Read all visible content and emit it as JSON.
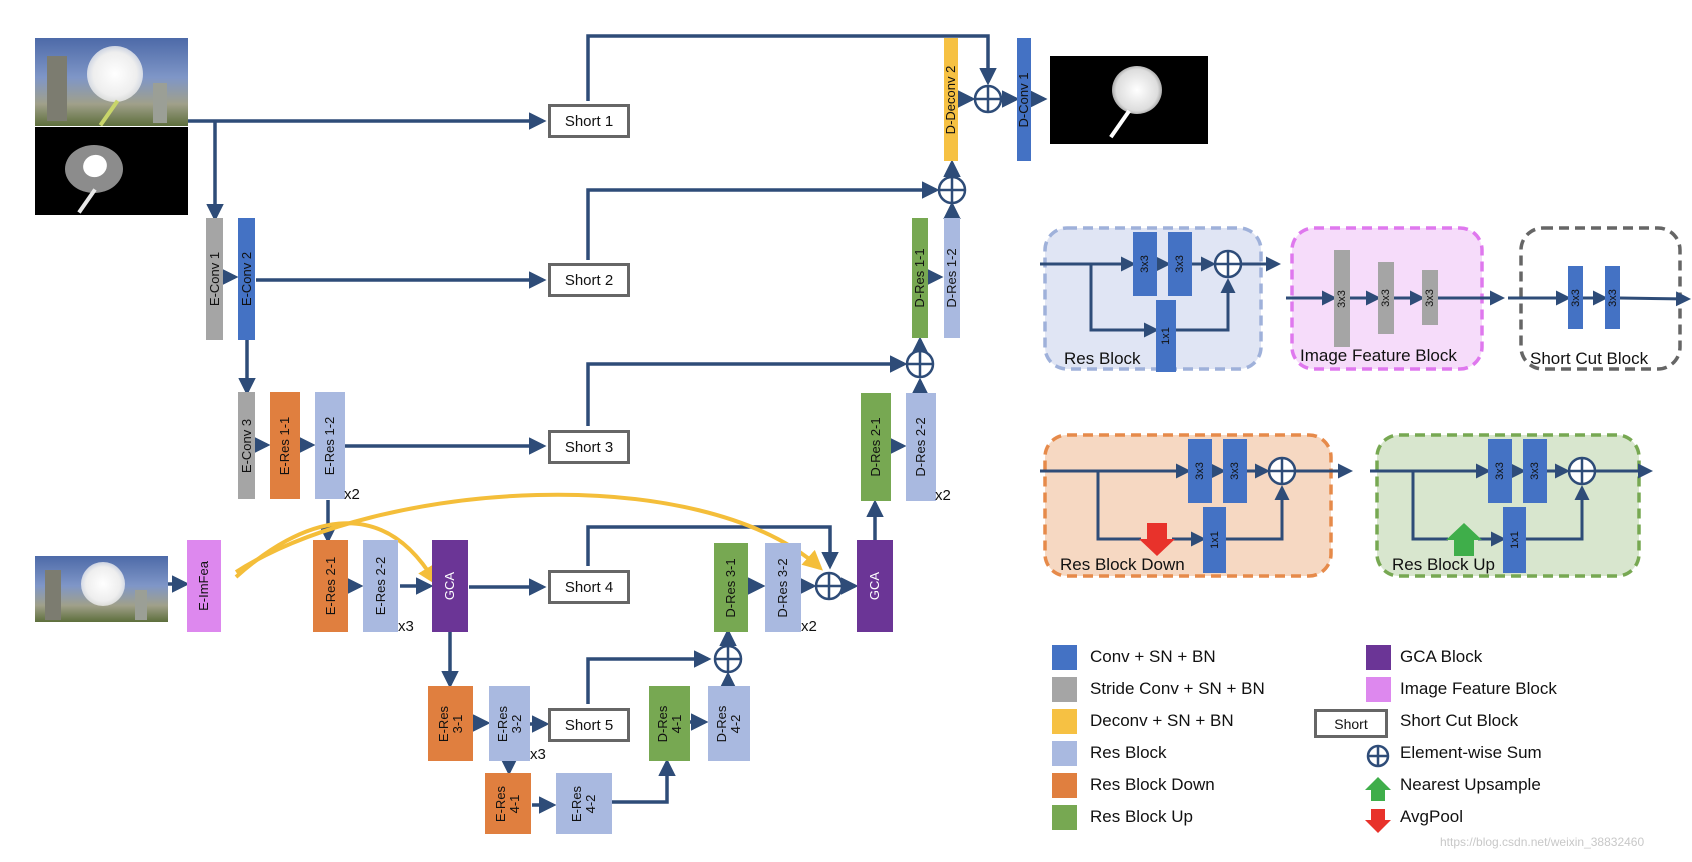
{
  "colors": {
    "conv": "#4472c4",
    "stride_conv": "#a5a5a5",
    "deconv": "#f6c143",
    "res": "#a9b9e0",
    "res_down": "#e07f3f",
    "res_up": "#77a852",
    "gca": "#6b3596",
    "image_feature": "#dd88ee",
    "arrow": "#2e4c78",
    "skip_arrow": "#f4be3a"
  },
  "encoder": {
    "e_conv1": "E-Conv 1",
    "e_conv2": "E-Conv 2",
    "e_conv3": "E-Conv 3",
    "e_res11": "E-Res 1-1",
    "e_res12": "E-Res 1-2",
    "e_res21": "E-Res 2-1",
    "e_res22": "E-Res 2-2",
    "e_res31": "E-Res\n3-1",
    "e_res32": "E-Res\n3-2",
    "e_res41": "E-Res\n4-1",
    "e_res42": "E-Res\n4-2",
    "e_imfea": "E-ImFea",
    "gca_enc": "GCA"
  },
  "decoder": {
    "d_deconv2": "D-Deconv 2",
    "d_conv1": "D-Conv 1",
    "d_res11": "D-Res 1-1",
    "d_res12": "D-Res 1-2",
    "d_res21": "D-Res 2-1",
    "d_res22": "D-Res 2-2",
    "d_res31": "D-Res 3-1",
    "d_res32": "D-Res 3-2",
    "d_res41": "D-Res\n4-1",
    "d_res42": "D-Res\n4-2",
    "gca_dec": "GCA"
  },
  "shorts": [
    "Short 1",
    "Short 2",
    "Short 3",
    "Short 4",
    "Short 5"
  ],
  "repeats": {
    "r1": "x2",
    "r2": "x3",
    "r3": "x3",
    "r4": "x2",
    "r5": "x2"
  },
  "blocks": {
    "res_block": "Res Block",
    "image_feature_block": "Image Feature Block",
    "short_cut_block": "Short Cut Block",
    "res_block_down": "Res Block Down",
    "res_block_up": "Res Block Up",
    "k3": "3x3",
    "k1": "1x1"
  },
  "legend": {
    "conv": "Conv + SN + BN",
    "stride_conv": "Stride Conv + SN + BN",
    "deconv": "Deconv + SN + BN",
    "res": "Res Block",
    "res_down": "Res Block Down",
    "res_up": "Res Block Up",
    "gca": "GCA Block",
    "image_feature": "Image Feature Block",
    "short_box": "Short",
    "short_cut": "Short Cut Block",
    "sum": "Element-wise Sum",
    "upsample": "Nearest Upsample",
    "avgpool": "AvgPool"
  },
  "watermark": "https://blog.csdn.net/weixin_38832460"
}
